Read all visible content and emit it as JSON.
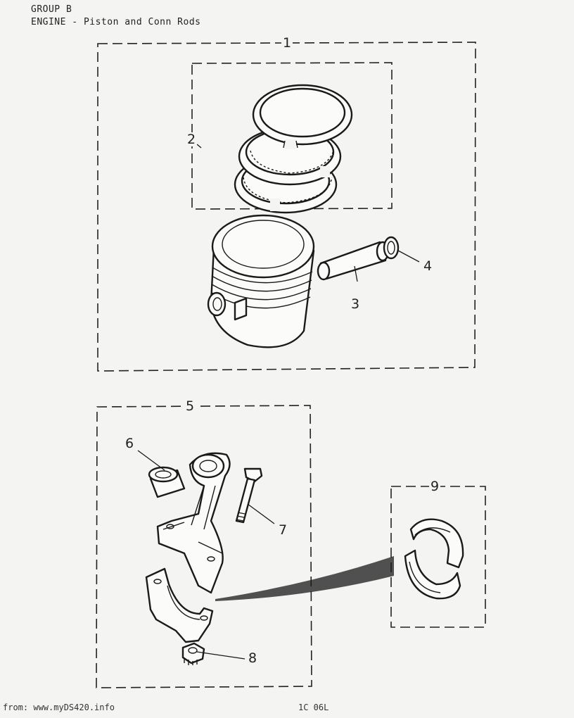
{
  "header": {
    "group": "GROUP B",
    "title": "ENGINE - Piston and Conn Rods"
  },
  "callouts": {
    "c1": "1",
    "c2": "2",
    "c3": "3",
    "c4": "4",
    "c5": "5",
    "c6": "6",
    "c7": "7",
    "c8": "8",
    "c9": "9"
  },
  "footer": {
    "source": "from: www.myDS420.info",
    "code": "1C 06L"
  }
}
